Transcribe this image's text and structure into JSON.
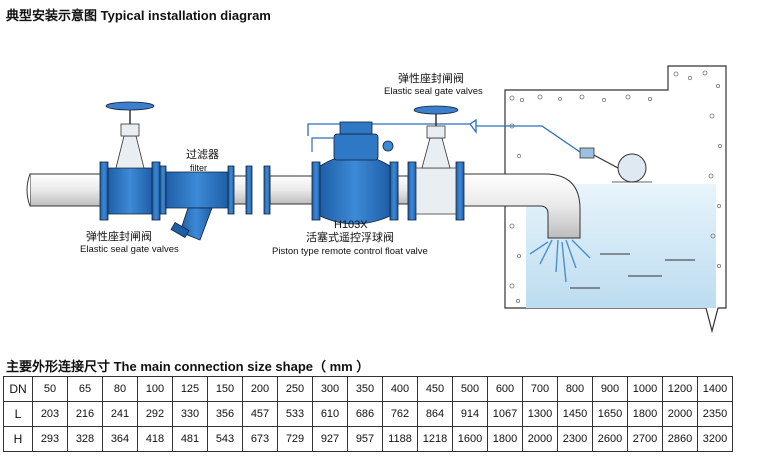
{
  "header": {
    "title": "典型安装示意图 Typical installation diagram"
  },
  "diagram": {
    "left_valve": {
      "label_cn": "弹性座封闸阀",
      "label_en": "Elastic seal gate valves"
    },
    "filter": {
      "label_cn": "过滤器",
      "label_en": "filter"
    },
    "main_valve": {
      "model": "H103X",
      "label_cn": "活塞式遥控浮球阀",
      "label_en": "Piston type remote control float valve"
    },
    "right_valve": {
      "label_cn": "弹性座封闸阀",
      "label_en": "Elastic seal gate valves"
    },
    "colors": {
      "valve_blue": "#2a6fbd",
      "water": "#cfe7f6",
      "pipe": "#e6e6e6"
    }
  },
  "table": {
    "title": "主要外形连接尺寸 The main connection size shape（ mm ）",
    "rows": [
      {
        "label": "DN",
        "values": [
          "50",
          "65",
          "80",
          "100",
          "125",
          "150",
          "200",
          "250",
          "300",
          "350",
          "400",
          "450",
          "500",
          "600",
          "700",
          "800",
          "900",
          "1000",
          "1200",
          "1400"
        ]
      },
      {
        "label": "L",
        "values": [
          "203",
          "216",
          "241",
          "292",
          "330",
          "356",
          "457",
          "533",
          "610",
          "686",
          "762",
          "864",
          "914",
          "1067",
          "1300",
          "1450",
          "1650",
          "1800",
          "2000",
          "2350"
        ]
      },
      {
        "label": "H",
        "values": [
          "293",
          "328",
          "364",
          "418",
          "481",
          "543",
          "673",
          "729",
          "927",
          "957",
          "1188",
          "1218",
          "1600",
          "1800",
          "2000",
          "2300",
          "2600",
          "2700",
          "2860",
          "3200"
        ]
      }
    ]
  }
}
